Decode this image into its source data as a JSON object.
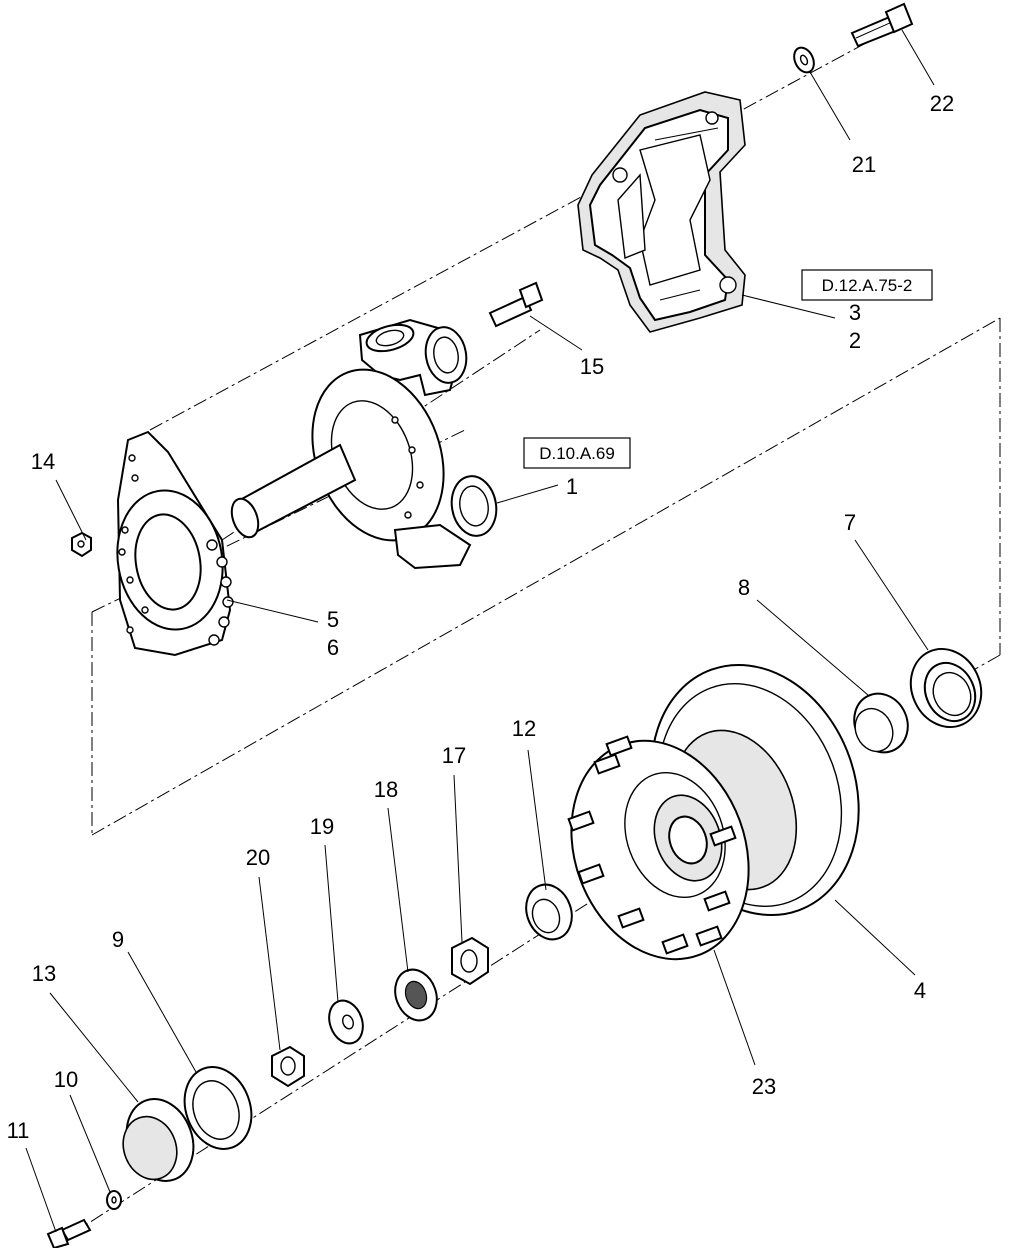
{
  "references": [
    {
      "id": "ref-caliper",
      "text": "D.12.A.75-2"
    },
    {
      "id": "ref-knuckle",
      "text": "D.10.A.69"
    }
  ],
  "callouts": {
    "c1": "1",
    "c2": "2",
    "c3": "3",
    "c4": "4",
    "c5": "5",
    "c6": "6",
    "c7": "7",
    "c8": "8",
    "c9": "9",
    "c10": "10",
    "c11": "11",
    "c12": "12",
    "c13": "13",
    "c14": "14",
    "c15": "15",
    "c17": "17",
    "c18": "18",
    "c19": "19",
    "c20": "20",
    "c21": "21",
    "c22": "22",
    "c23": "23"
  }
}
